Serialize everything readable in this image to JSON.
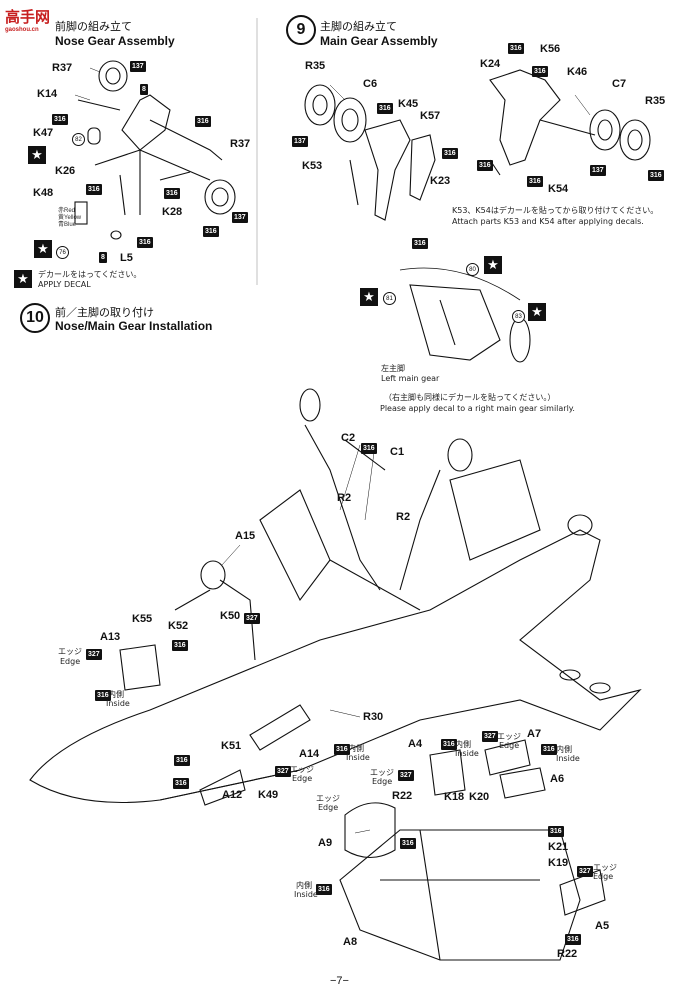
{
  "watermark": {
    "text": "高手网",
    "url": "gaoshou.cn"
  },
  "step8": {
    "jp": "前脚の組み立て",
    "en": "Nose Gear Assembly"
  },
  "step9": {
    "number": "9",
    "jp": "主脚の組み立て",
    "en": "Main Gear Assembly"
  },
  "step10": {
    "number": "10",
    "jp": "前／主脚の取り付け",
    "en": "Nose/Main Gear Installation"
  },
  "apply_decal": {
    "jp": "デカールをはってください。",
    "en": "APPLY DECAL"
  },
  "colors_note": {
    "red": "赤Red",
    "yellow": "黄Yellow",
    "blue": "青Blue"
  },
  "labels8": [
    "R37",
    "K14",
    "K47",
    "K26",
    "K48",
    "L5",
    "K28",
    "R37"
  ],
  "tags8": [
    "137",
    "8",
    "316",
    "316",
    "316",
    "316",
    "316",
    "8",
    "316",
    "137"
  ],
  "circles8": [
    "82",
    "76"
  ],
  "labels9": [
    "R35",
    "C6",
    "K45",
    "K57",
    "K53",
    "K23",
    "K24",
    "K56",
    "K46",
    "C7",
    "R35",
    "K54"
  ],
  "tags9": [
    "137",
    "316",
    "316",
    "316",
    "316",
    "316",
    "316",
    "316",
    "137",
    "316"
  ],
  "note9": {
    "jp": "K53、K54はデカールを貼ってから取り付けてください。",
    "en": "Attach parts K53 and K54 after applying decals."
  },
  "circles9": [
    "80",
    "81",
    "83"
  ],
  "left_gear": {
    "jp": "左主脚",
    "en": "Left main gear"
  },
  "right_gear_note": {
    "jp": "（右主脚も同様にデカールを貼ってください。）",
    "en": "Please apply decal to a right main gear similarly."
  },
  "labels10": [
    "C2",
    "C1",
    "R2",
    "R2",
    "A15",
    "K50",
    "K55",
    "K52",
    "A13",
    "R30",
    "K51",
    "A14",
    "A12",
    "K49",
    "A4",
    "A7",
    "A6",
    "R22",
    "K18",
    "K20",
    "A9",
    "K21",
    "K19",
    "A5",
    "A8",
    "R22"
  ],
  "tags10": [
    "316",
    "327",
    "327",
    "316",
    "316",
    "316",
    "327",
    "316",
    "327",
    "316",
    "327",
    "316",
    "316",
    "316",
    "327",
    "316",
    "316",
    "316"
  ],
  "edge": {
    "jp": "エッジ",
    "en": "Edge"
  },
  "inside": {
    "jp": "内側",
    "en": "Inside"
  },
  "page_number": "−7−"
}
